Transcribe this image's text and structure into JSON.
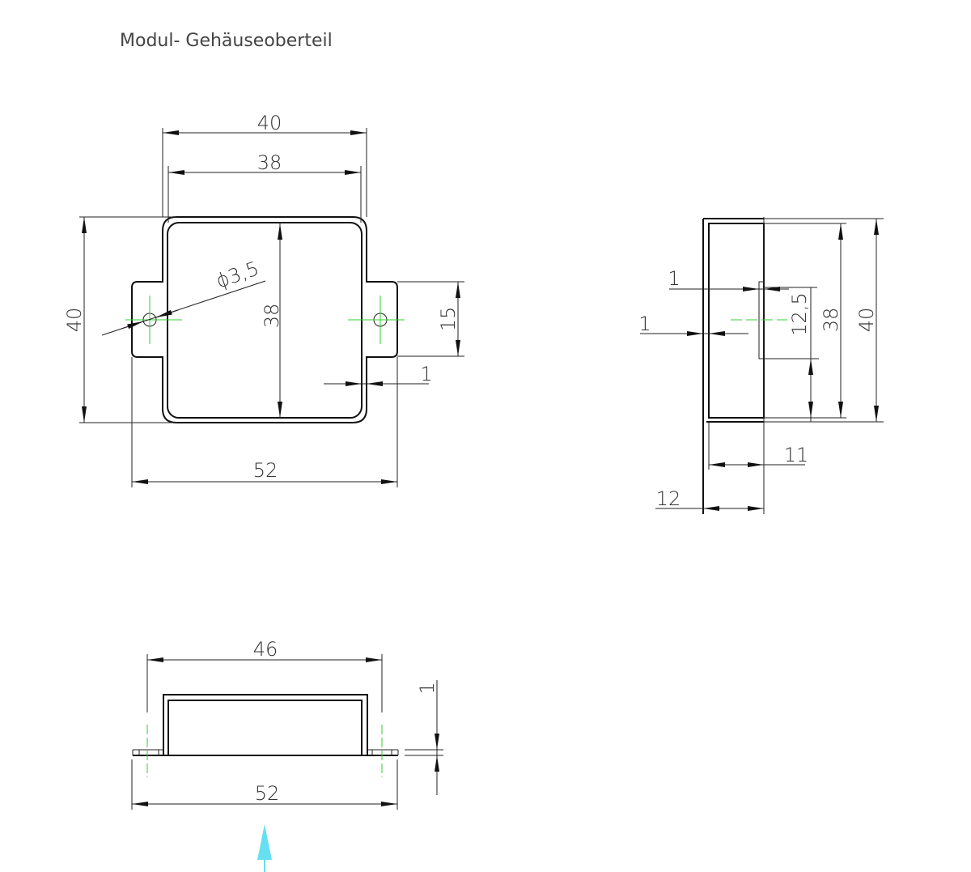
{
  "title": "Modul- Gehäuseoberteil",
  "top_view": {
    "width_outer": "40",
    "width_inner": "38",
    "height_outer": "40",
    "height_inner": "38",
    "hole_diameter": "ϕ3,5",
    "flange_height": "15",
    "wall": "1",
    "total_width": "52"
  },
  "side_view": {
    "wall_tab": "1",
    "wall_side": "1",
    "tab_height": "12,5",
    "height_inner": "38",
    "height_outer": "40",
    "depth_inner": "11",
    "depth_outer": "12"
  },
  "front_view": {
    "width_top": "46",
    "flange_thickness": "1",
    "total_width": "52"
  },
  "colors": {
    "line": "#222222",
    "centerline": "#33cc33",
    "view_arrow": "#66e0f0"
  }
}
